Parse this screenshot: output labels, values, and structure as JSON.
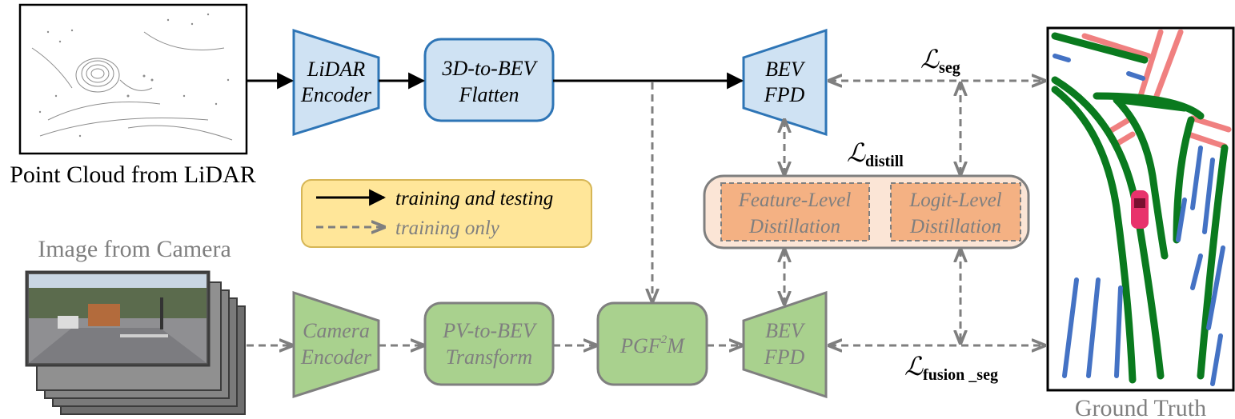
{
  "inputs": {
    "lidar_caption": "Point Cloud from LiDAR",
    "camera_caption": "Image from Camera",
    "ground_truth_caption": "Ground Truth"
  },
  "lidar_branch": {
    "encoder": [
      "LiDAR",
      "Encoder"
    ],
    "flatten": [
      "3D-to-BEV",
      "Flatten"
    ],
    "fpd": [
      "BEV",
      "FPD"
    ]
  },
  "camera_branch": {
    "encoder": [
      "Camera",
      "Encoder"
    ],
    "transform": [
      "PV-to-BEV",
      "Transform"
    ],
    "fusion": {
      "main": "PGF",
      "sup": "2",
      "tail": "M"
    },
    "fpd": [
      "BEV",
      "FPD"
    ]
  },
  "distillation": {
    "feature": [
      "Feature-Level",
      "Distillation"
    ],
    "logit": [
      "Logit-Level",
      "Distillation"
    ]
  },
  "losses": {
    "seg": {
      "symbol": "ℒ",
      "subscript": "seg"
    },
    "distill": {
      "symbol": "ℒ",
      "subscript": "distill"
    },
    "fusion_seg": {
      "symbol": "ℒ",
      "subscript": "fusion _seg"
    }
  },
  "legend": {
    "solid_label": "training and testing",
    "dashed_label": "training only"
  },
  "colors": {
    "lidar_fill": "#cfe2f3",
    "lidar_stroke": "#2e75b6",
    "camera_fill": "#a9d18e",
    "camera_stroke": "#7f7f7f",
    "distill_outer": "#fbe5d6",
    "distill_inner": "#f4b183",
    "legend_fill": "#ffe699",
    "legend_stroke": "#d6b656",
    "dashed": "#7f7f7f",
    "road_green": "#0a7a1e",
    "lane_blue": "#4472c4",
    "lane_red": "#f08080"
  }
}
